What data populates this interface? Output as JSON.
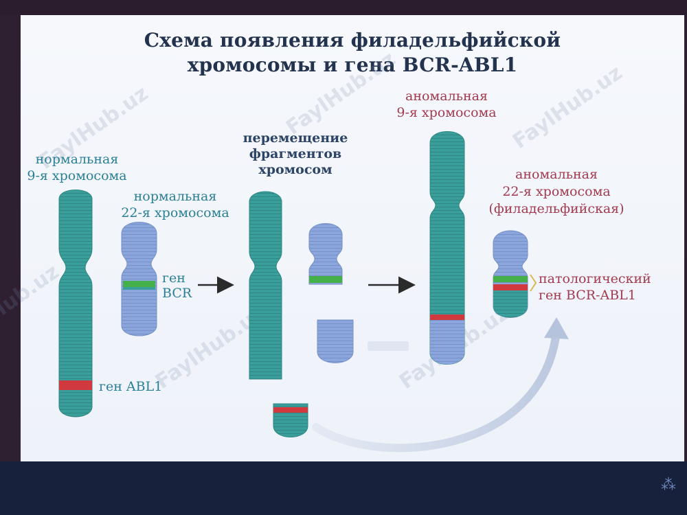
{
  "title": {
    "line1": "Схема появления филадельфийской",
    "line2": "хромосомы и гена BCR-ABL1"
  },
  "labels": {
    "normal9_l1": "нормальная",
    "normal9_l2": "9-я хромосома",
    "normal22_l1": "нормальная",
    "normal22_l2": "22-я хромосома",
    "gene_bcr_l1": "ген",
    "gene_bcr_l2": "BCR",
    "gene_abl": "ген ABL1",
    "transloc_l1": "перемещение",
    "transloc_l2": "фрагментов",
    "transloc_l3": "хромосом",
    "abn9_l1": "аномальная",
    "abn9_l2": "9-я хромосома",
    "abn22_l1": "аномальная",
    "abn22_l2": "22-я хромосома",
    "abn22_l3": "(филадельфийская)",
    "patho_l1": "патологический",
    "patho_l2": "ген BCR-ABL1"
  },
  "watermark": "FaylHub.uz",
  "colors": {
    "chromosome9": "#3a9e9a",
    "chromosome22": "#8aa6dc",
    "gene_bcr": "#45b04a",
    "gene_abl": "#d03a3f",
    "title": "#23324d",
    "label_teal": "#2a7f96",
    "label_navy": "#2c4466",
    "label_crimson": "#a23a4e"
  }
}
